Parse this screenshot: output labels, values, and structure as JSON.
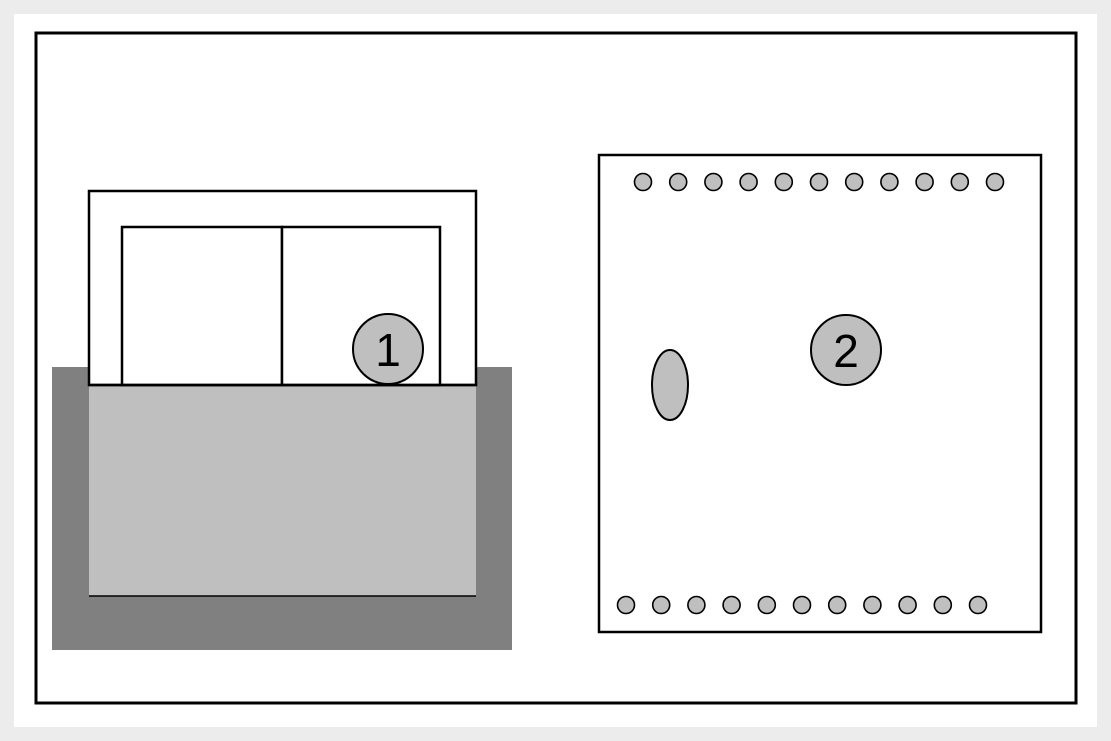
{
  "diagram": {
    "callouts": [
      {
        "id": "1",
        "text": "1"
      },
      {
        "id": "2",
        "text": "2"
      }
    ],
    "colors": {
      "frame_stroke": "#000000",
      "base_dark": "#808080",
      "base_light": "#bfbfbf",
      "marker_fill": "#bfbfbf",
      "hole_fill": "#bfbfbf",
      "background": "#ffffff"
    },
    "panel_holes": {
      "top_count": 11,
      "bottom_count": 11
    }
  }
}
